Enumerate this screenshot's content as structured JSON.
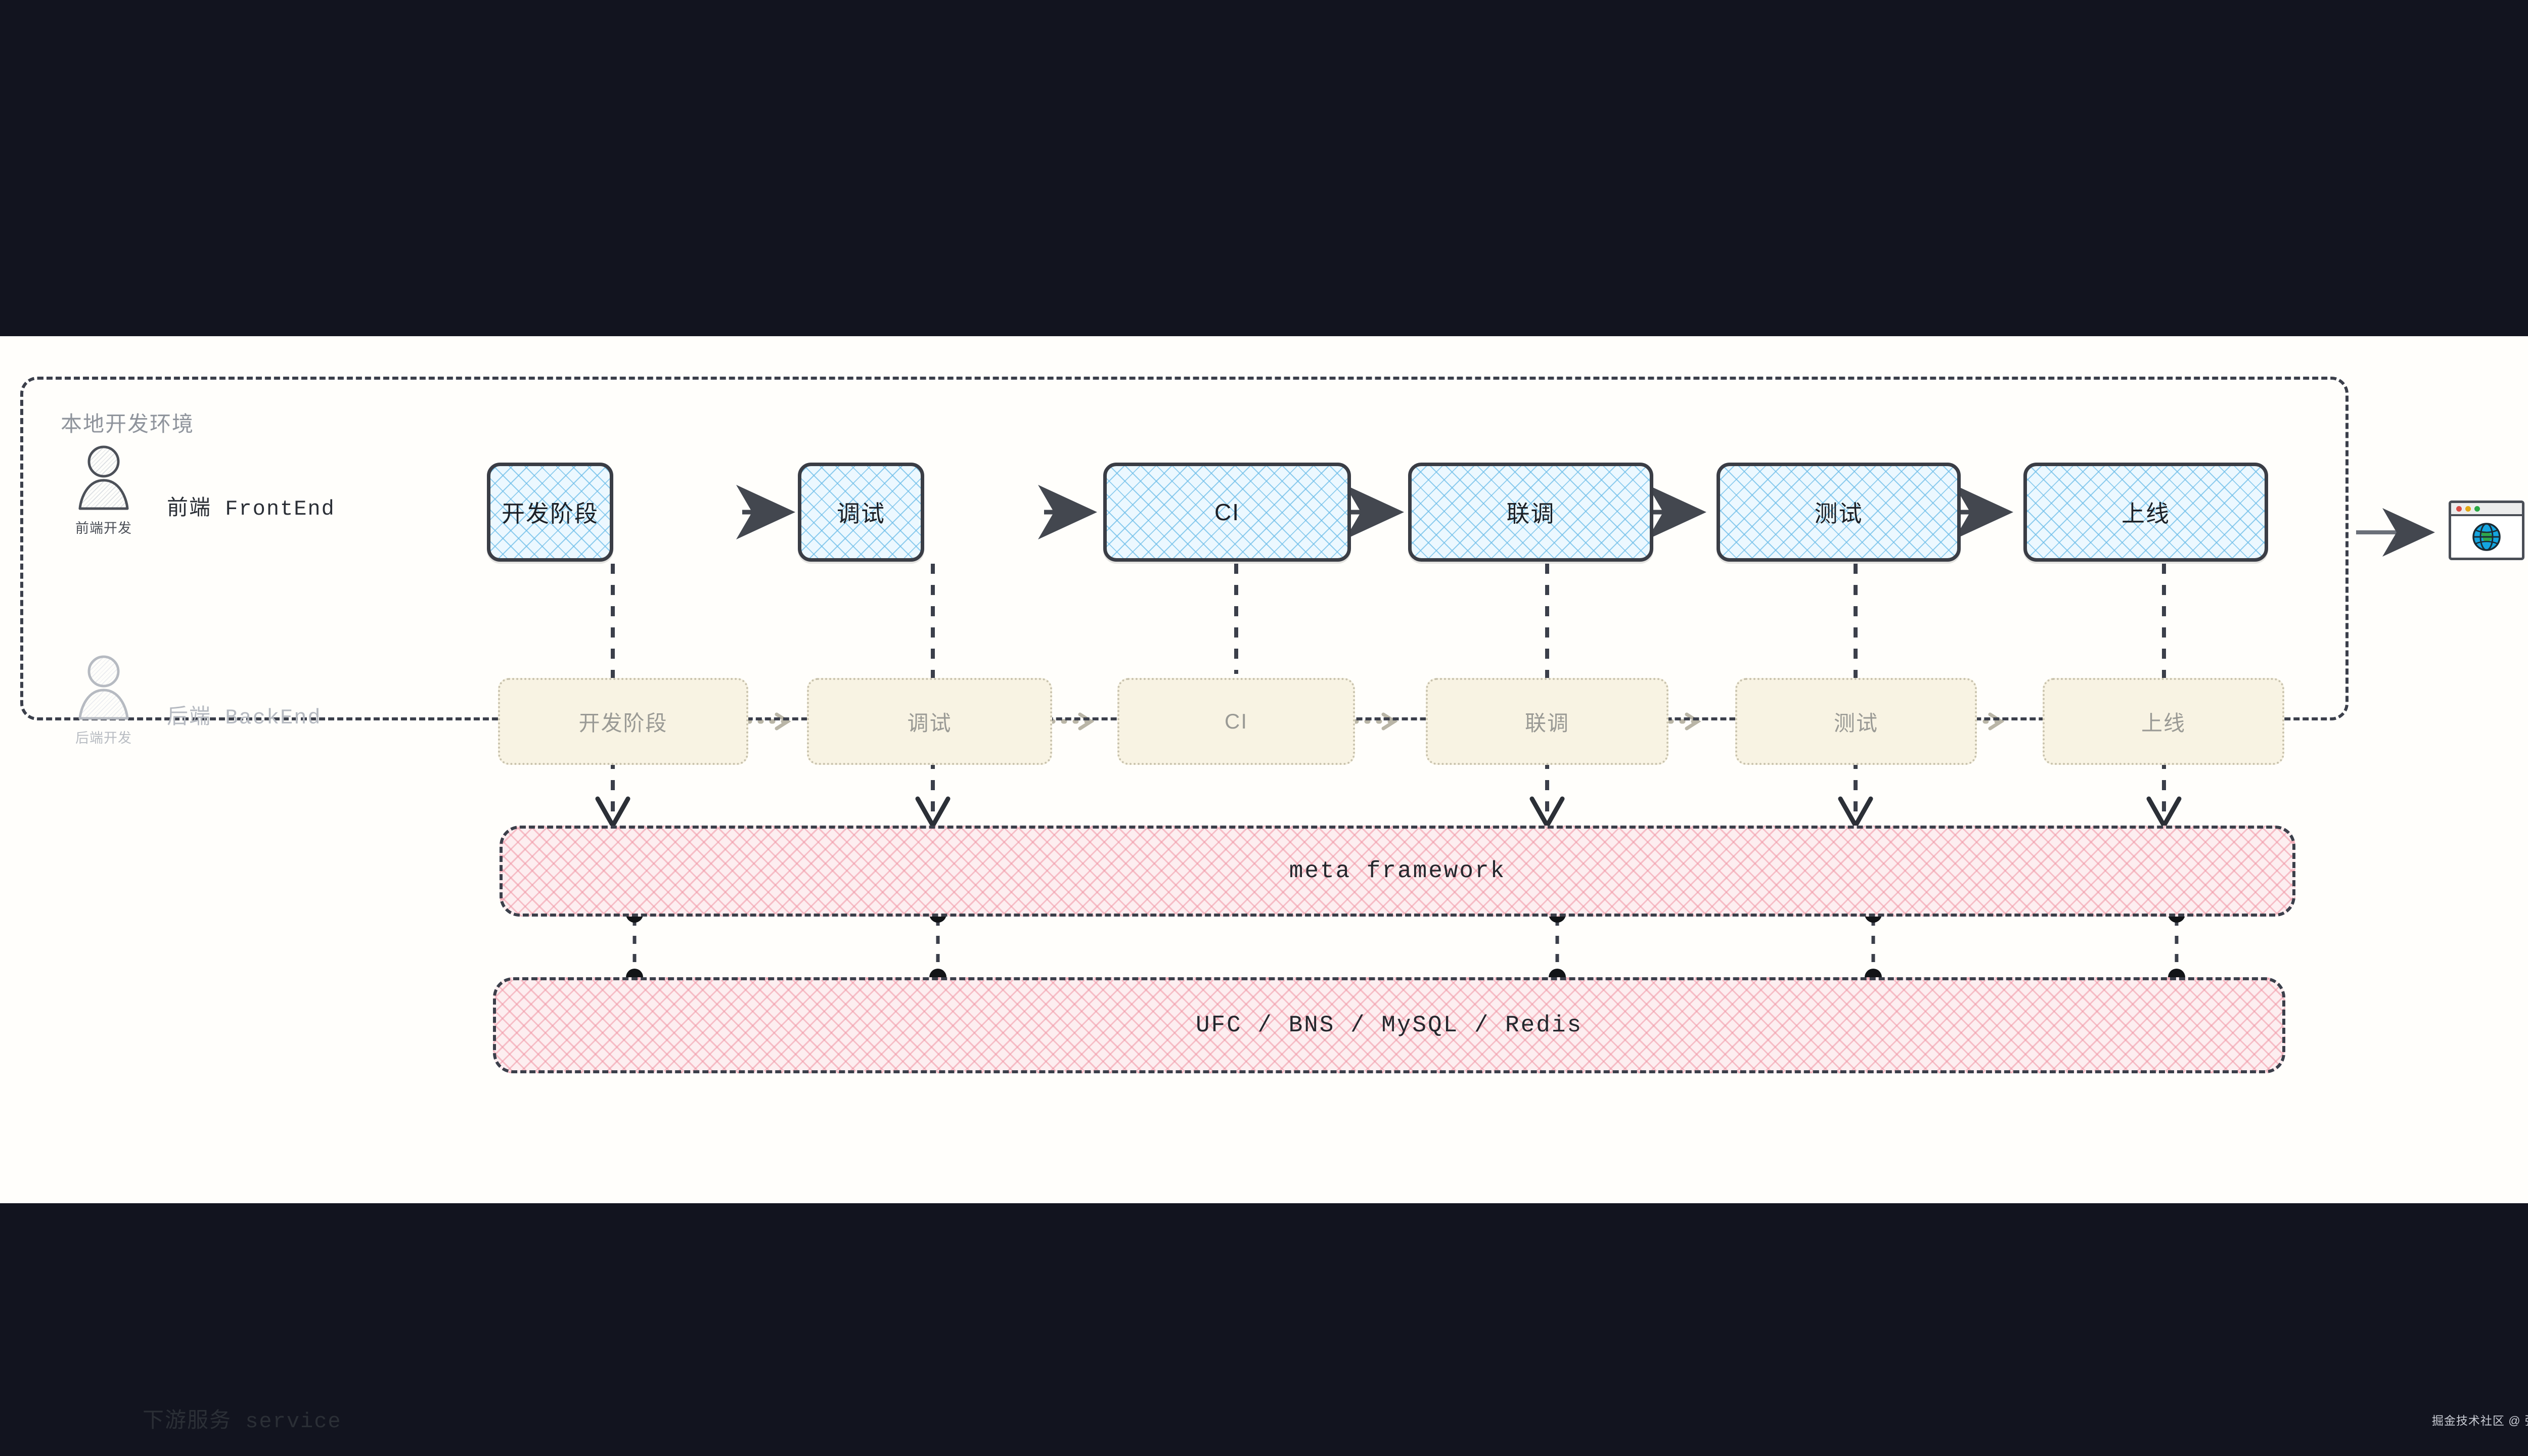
{
  "theme": {
    "page_background": "#12141f",
    "canvas_background": "#fffefb",
    "frontend_node_fill": "#ecf8ff",
    "frontend_node_hatch": "#6dbde8",
    "frontend_node_border": "#3a3d45",
    "backend_node_fill": "#f8f3e3",
    "backend_node_border": "#c8c2ad",
    "backend_text": "#9a9a95",
    "band_fill": "#fdeef0",
    "band_hatch": "#f096a5",
    "band_border": "#3b3f4a",
    "container_border": "#3b3f4a",
    "muted_text": "#8f949c",
    "dark_text": "#2b2f36"
  },
  "container": {
    "title": "本地开发环境"
  },
  "roles": {
    "frontend": {
      "label": "前端 FrontEnd",
      "avatar_caption": "前端开发",
      "avatar_icon": "person-icon"
    },
    "backend": {
      "label": "后端 BackEnd",
      "avatar_caption": "后端开发",
      "avatar_icon": "person-icon"
    }
  },
  "pipeline": {
    "frontend_stages": [
      {
        "label": "开发阶段"
      },
      {
        "label": "调试"
      },
      {
        "label": "CI"
      },
      {
        "label": "联调"
      },
      {
        "label": "测试"
      },
      {
        "label": "上线"
      }
    ],
    "backend_stages": [
      {
        "label": "开发阶段"
      },
      {
        "label": "调试"
      },
      {
        "label": "CI"
      },
      {
        "label": "联调"
      },
      {
        "label": "测试"
      },
      {
        "label": "上线"
      }
    ]
  },
  "bands": {
    "meta_framework": {
      "label": "meta framework"
    },
    "downstream_service": {
      "side_label": "下游服务 service",
      "label": "UFC / BNS / MySQL / Redis"
    }
  },
  "output": {
    "icon": "browser-window-icon",
    "traffic_lights": [
      "#d94b45",
      "#e2a713",
      "#2aa844"
    ],
    "globe_icon": "globe-icon",
    "globe_colors": {
      "ocean": "#14a5e0",
      "land": "#2fa84a",
      "grid": "#1b2a33"
    }
  },
  "watermark": {
    "text": "掘金技术社区 @ 张亚涛"
  }
}
